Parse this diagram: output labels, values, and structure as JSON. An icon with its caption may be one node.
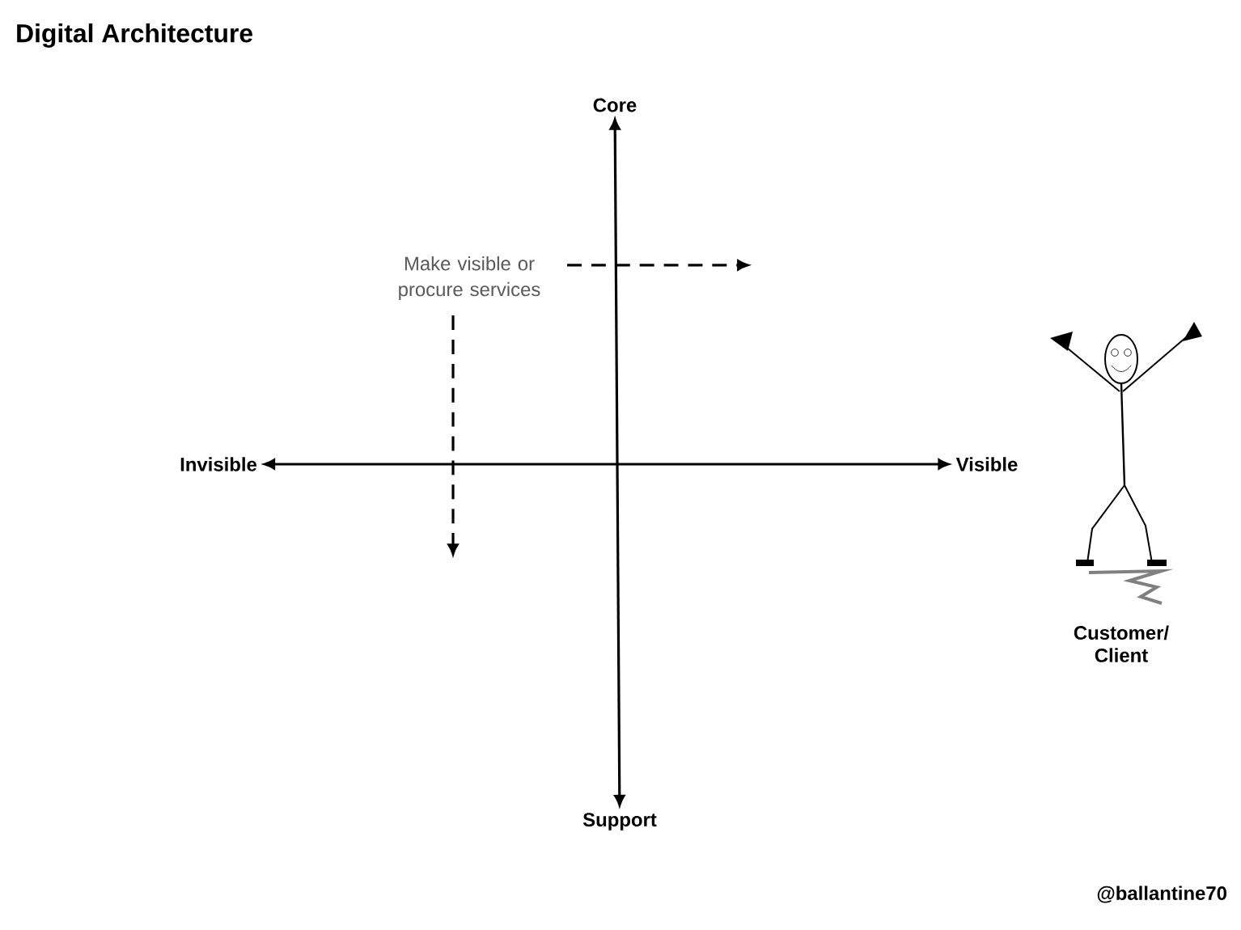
{
  "diagram": {
    "title": "Digital Architecture",
    "nodes": [
      {
        "text": [
          "Core"
        ]
      },
      {
        "text": [
          "Support"
        ]
      },
      {
        "text": [
          "Invisible"
        ]
      },
      {
        "text": [
          "Visible"
        ]
      },
      {
        "text": [
          "Make visible or procure services"
        ]
      },
      {
        "text": [],
        "shape": "person",
        "beside": [
          "Customer/ Client"
        ]
      }
    ],
    "edges": [
      {
        "from": 0,
        "to": 1,
        "arrow": "both"
      },
      {
        "from": 2,
        "to": 3,
        "arrow": "both"
      },
      {
        "from": 4,
        "to": null,
        "arrow": "to",
        "style": "dashed"
      },
      {
        "from": 4,
        "to": null,
        "arrow": "to",
        "style": "dashed"
      }
    ],
    "labels": [
      "@ballantine70"
    ]
  }
}
